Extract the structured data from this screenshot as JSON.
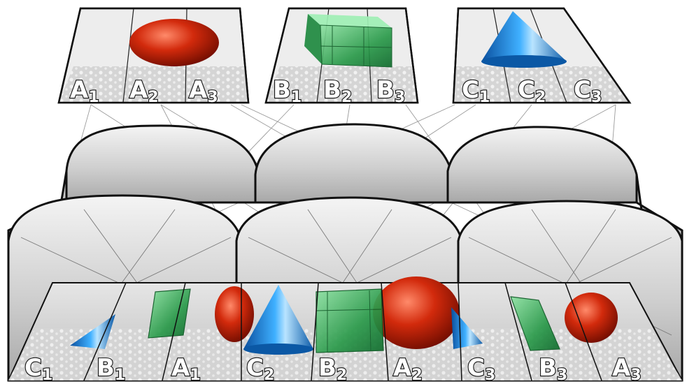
{
  "top_panels": [
    {
      "id": "A",
      "labels": [
        {
          "letter": "A",
          "sub": "1"
        },
        {
          "letter": "A",
          "sub": "2"
        },
        {
          "letter": "A",
          "sub": "3"
        }
      ],
      "object": "red-ellipsoid"
    },
    {
      "id": "B",
      "labels": [
        {
          "letter": "B",
          "sub": "1"
        },
        {
          "letter": "B",
          "sub": "2"
        },
        {
          "letter": "B",
          "sub": "3"
        }
      ],
      "object": "green-box"
    },
    {
      "id": "C",
      "labels": [
        {
          "letter": "C",
          "sub": "1"
        },
        {
          "letter": "C",
          "sub": "2"
        },
        {
          "letter": "C",
          "sub": "3"
        }
      ],
      "object": "blue-cone"
    }
  ],
  "bottom_labels": [
    {
      "letter": "C",
      "sub": "1"
    },
    {
      "letter": "B",
      "sub": "1"
    },
    {
      "letter": "A",
      "sub": "1"
    },
    {
      "letter": "C",
      "sub": "2"
    },
    {
      "letter": "B",
      "sub": "2"
    },
    {
      "letter": "A",
      "sub": "2"
    },
    {
      "letter": "C",
      "sub": "3"
    },
    {
      "letter": "B",
      "sub": "3"
    },
    {
      "letter": "A",
      "sub": "3"
    }
  ],
  "colors": {
    "ellipsoid": "#cc2200",
    "box": "#2f9e4f",
    "cone": "#1a7fd0",
    "dome": "#d9d9d9",
    "outline": "#111111"
  }
}
